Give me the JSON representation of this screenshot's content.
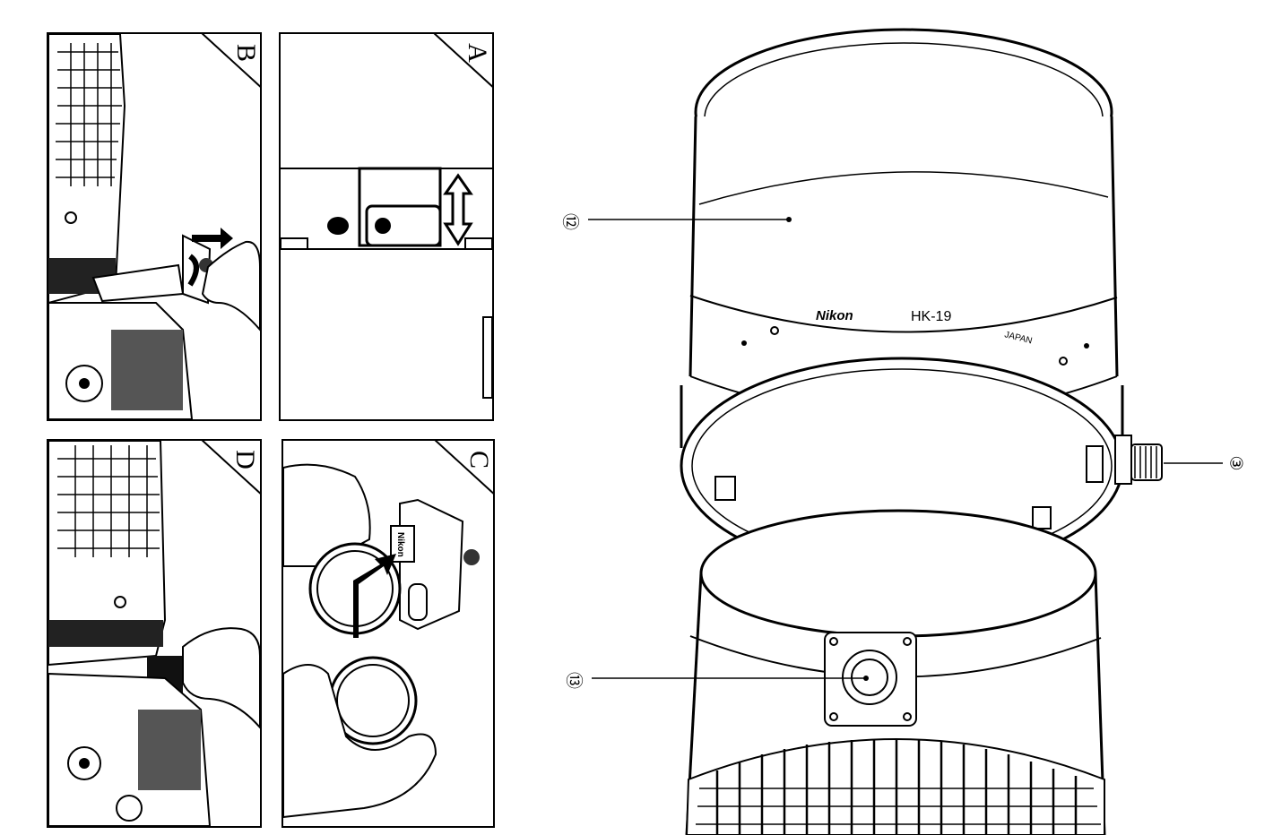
{
  "panels": {
    "a": {
      "letter": "A"
    },
    "b": {
      "letter": "B"
    },
    "c": {
      "letter": "C"
    },
    "d": {
      "letter": "D"
    }
  },
  "callouts": {
    "hood": {
      "number": "⑫"
    },
    "tripod_mount": {
      "number": "⑬"
    },
    "lock_screw": {
      "number": "③"
    }
  },
  "hood_markings": {
    "brand": "Nikon",
    "model": "HK-19",
    "country": "JAPAN"
  },
  "filter_holder_markings": {
    "brand": "Nikon"
  }
}
